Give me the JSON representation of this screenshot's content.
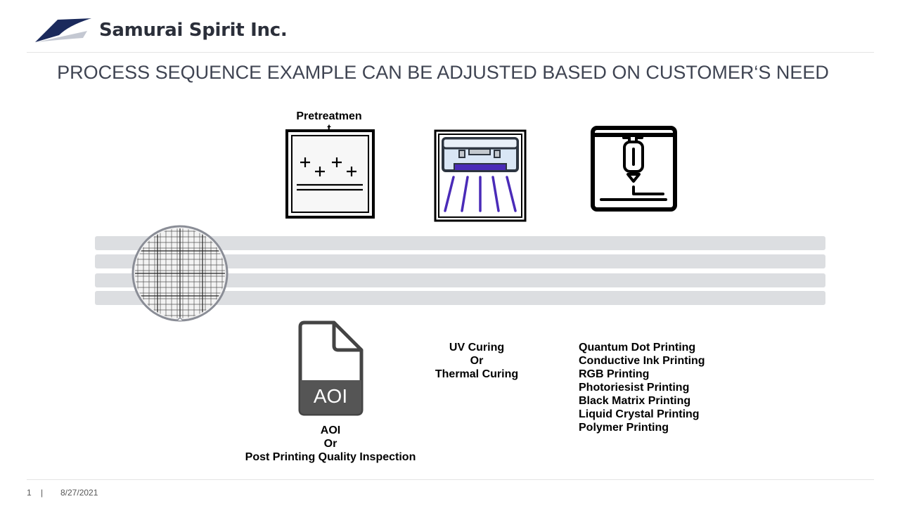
{
  "header": {
    "company_name": "Samurai Spirit Inc."
  },
  "slide": {
    "title": "PROCESS SEQUENCE EXAMPLE CAN BE ADJUSTED BASED ON CUSTOMER‘S NEED"
  },
  "steps": {
    "pretreatment": {
      "label": "Pretreatmen\nt",
      "icon": "pretreatment-icon"
    },
    "uv_lamp": {
      "icon": "uv-lamp-icon"
    },
    "printer": {
      "icon": "3d-printer-icon"
    },
    "aoi": {
      "icon_text": "AOI",
      "label_lines": [
        "AOI",
        "Or",
        "Post Printing Quality Inspection"
      ]
    },
    "curing": {
      "label_lines": [
        "UV Curing",
        "Or",
        "Thermal Curing"
      ]
    },
    "printing": {
      "label_lines": [
        "Quantum Dot Printing",
        "Conductive Ink Printing",
        "RGB Printing",
        "Photoriesist Printing",
        "Black Matrix Printing",
        "Liquid Crystal Printing",
        "Polymer Printing"
      ]
    }
  },
  "colors": {
    "logo_navy": "#1b2a5c",
    "band_gray": "#dcdee1",
    "uv_purple": "#4a2bb8"
  },
  "footer": {
    "page_number": "1",
    "separator": "|",
    "date": "8/27/2021"
  }
}
